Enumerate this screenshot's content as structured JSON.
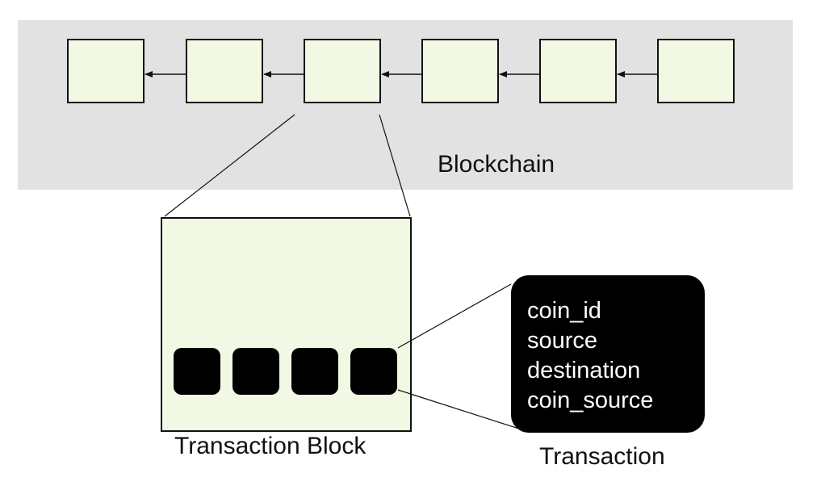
{
  "blockchain": {
    "label": "Blockchain",
    "block_count": 6,
    "block_fill": "#f1f9e4",
    "background": "#e2e2e2"
  },
  "transaction_block": {
    "label": "Transaction Block",
    "transaction_count": 4
  },
  "transaction": {
    "label": "Transaction",
    "fields": [
      "coin_id",
      "source",
      "destination",
      "coin_source"
    ]
  }
}
